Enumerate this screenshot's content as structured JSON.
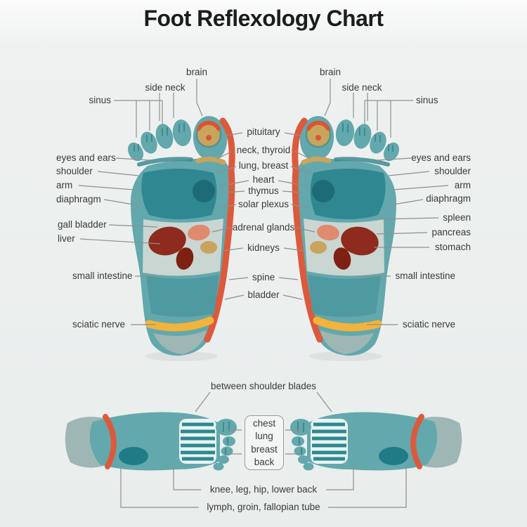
{
  "title": "Foot Reflexology Chart",
  "soles": {
    "top": {
      "brain_left": "brain",
      "brain_right": "brain",
      "side_neck_left": "side neck",
      "side_neck_right": "side neck",
      "sinus_left": "sinus",
      "sinus_right": "sinus"
    },
    "left": [
      "eyes and ears",
      "shoulder",
      "arm",
      "diaphragm",
      "gall bladder",
      "liver",
      "small intestine",
      "sciatic nerve"
    ],
    "center": [
      "pituitary",
      "neck, thyroid",
      "lung, breast",
      "heart",
      "thymus",
      "solar plexus",
      "adrenal glands",
      "kidneys",
      "spine",
      "bladder"
    ],
    "right": [
      "eyes and ears",
      "shoulder",
      "arm",
      "diaphragm",
      "spleen",
      "pancreas",
      "stomach",
      "small intestine",
      "sciatic nerve"
    ]
  },
  "tops": {
    "above": "between shoulder blades",
    "box": [
      "chest",
      "lung",
      "breast",
      "back"
    ],
    "below": [
      "knee, leg, hip, lower back",
      "lymph, groin, fallopian tube"
    ]
  },
  "colors": {
    "background": "#e9edec",
    "foot_teal": "#63a8ac",
    "zone_dark_teal": "#2f8791",
    "stripe_orange": "#dc5a3c",
    "organ_dark_red": "#8e2b1e",
    "band_yellow": "#f2b43b",
    "heel_gray": "#9eb7b5",
    "zone_tan": "#c9a45c",
    "label_text": "#3b3b3b",
    "leader_line": "#8f8f8f"
  }
}
